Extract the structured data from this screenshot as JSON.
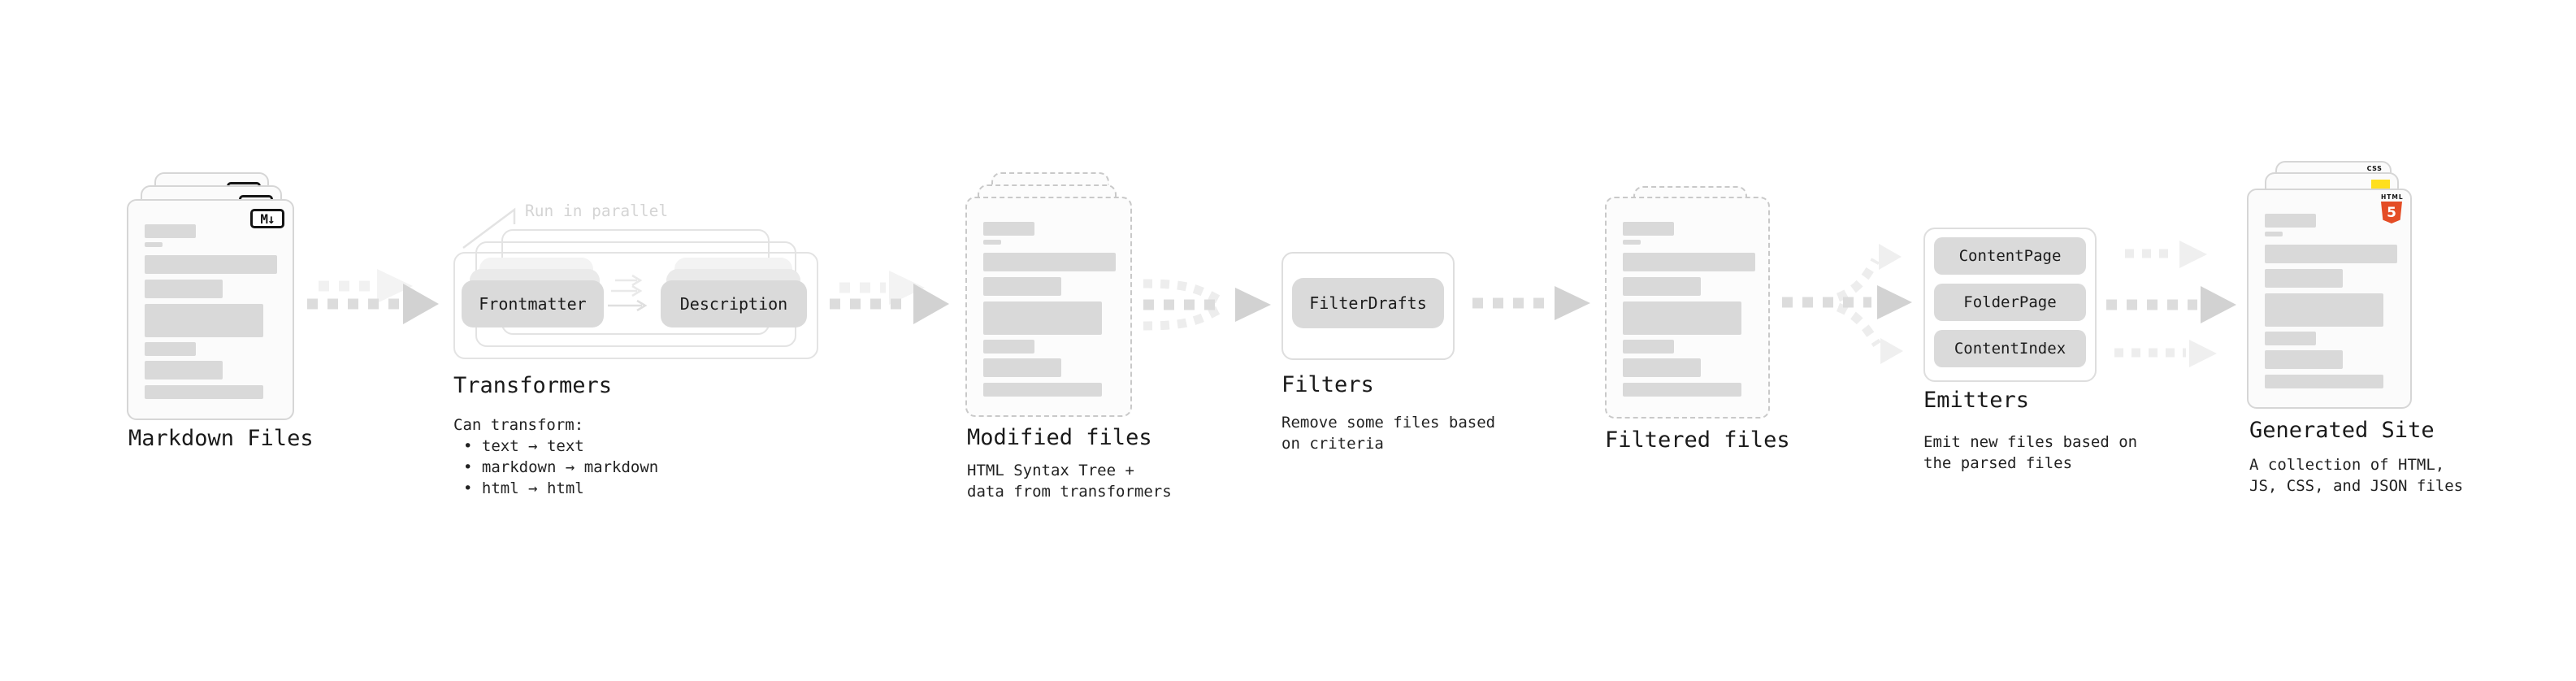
{
  "pipeline": {
    "markdown": {
      "label": "Markdown Files",
      "badge": "M↓"
    },
    "transformers": {
      "label": "Transformers",
      "note": "Run in parallel",
      "pill_from": "Frontmatter",
      "pill_to": "Description",
      "desc_title": "Can transform:",
      "bullets": [
        "• text → text",
        "• markdown → markdown",
        "• html → html"
      ]
    },
    "modified": {
      "label": "Modified files",
      "desc_line1": "HTML Syntax Tree +",
      "desc_line2": "data from transformers"
    },
    "filters": {
      "label": "Filters",
      "pill": "FilterDrafts",
      "desc_line1": "Remove some files based",
      "desc_line2": "on criteria"
    },
    "filtered": {
      "label": "Filtered files"
    },
    "emitters": {
      "label": "Emitters",
      "pills": [
        "ContentPage",
        "FolderPage",
        "ContentIndex"
      ],
      "desc_line1": "Emit new files based on",
      "desc_line2": "the parsed files"
    },
    "generated": {
      "label": "Generated Site",
      "desc_line1": "A collection of HTML,",
      "desc_line2": "JS, CSS, and JSON files",
      "badge_css": "CSS",
      "badge_html_label": "HTML",
      "badge_html_number": "5"
    }
  },
  "colors": {
    "html5_orange": "#e44d26",
    "js_yellow": "#ffdf1e",
    "css_blue": "#2b66e0"
  }
}
